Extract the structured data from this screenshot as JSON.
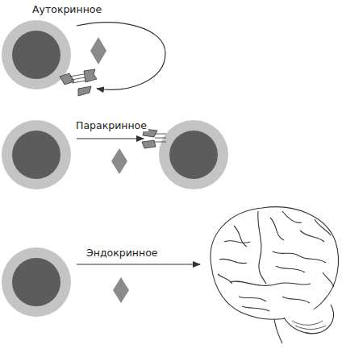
{
  "diagram": {
    "labels": [
      "Аутокринное",
      "Паракринное",
      "Эндокринное"
    ]
  }
}
